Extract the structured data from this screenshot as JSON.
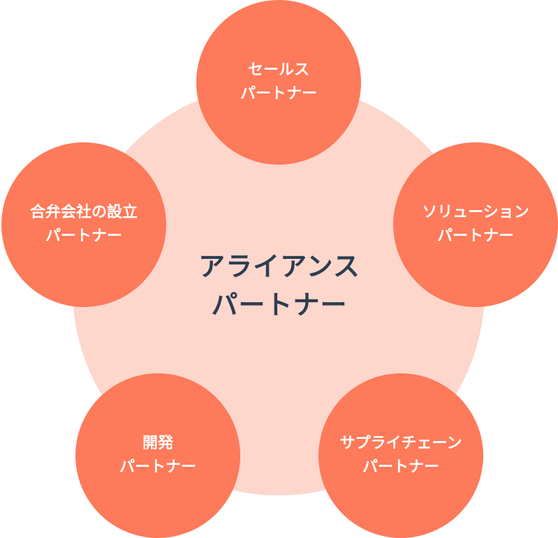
{
  "colors": {
    "center_bg": "#fdd6cc",
    "node_bg": "#fd7a5a",
    "center_text": "#2d3e50",
    "node_text": "#ffffff"
  },
  "center": {
    "line1": "アライアンス",
    "line2": "パートナー"
  },
  "nodes": {
    "sales": {
      "line1": "セールス",
      "line2": "パートナー"
    },
    "solution": {
      "line1": "ソリューション",
      "line2": "パートナー"
    },
    "supply": {
      "line1": "サプライチェーン",
      "line2": "パートナー"
    },
    "dev": {
      "line1": "開発",
      "line2": "パートナー"
    },
    "jv": {
      "line1": "合弁会社の設立",
      "line2": "パートナー"
    }
  }
}
